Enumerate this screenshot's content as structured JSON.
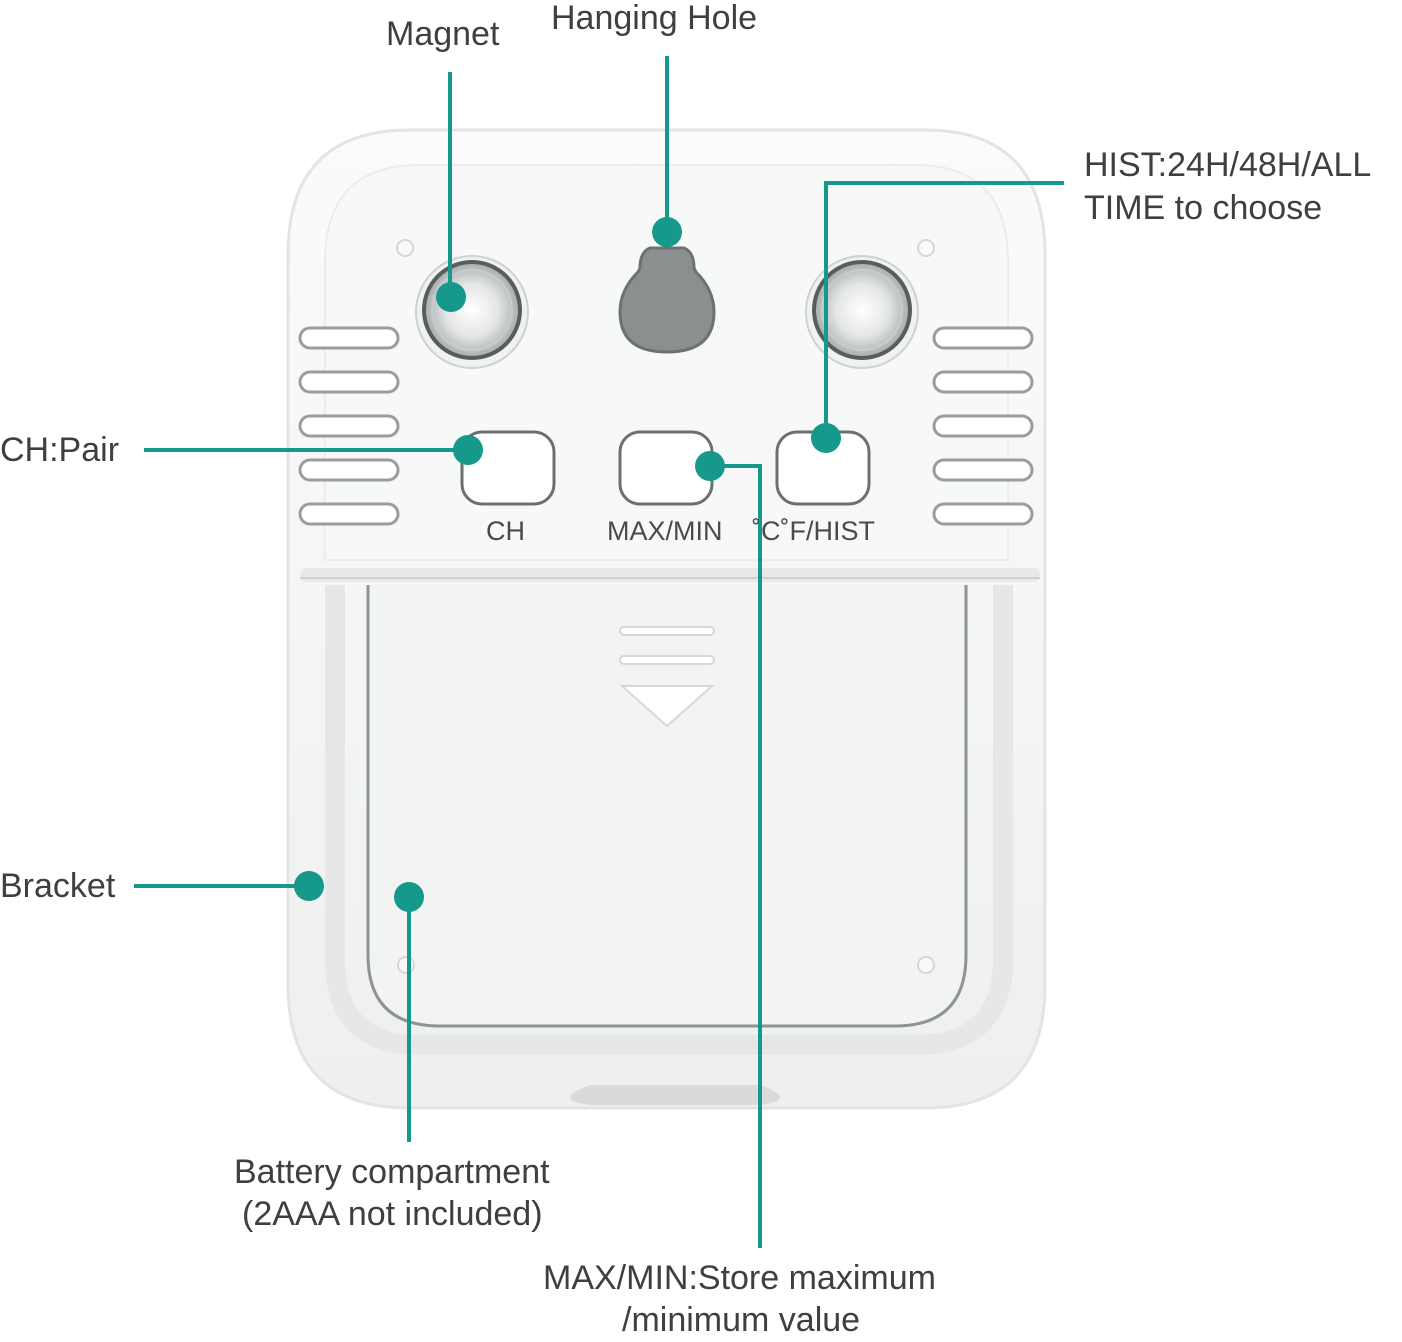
{
  "callouts": {
    "magnet": "Magnet",
    "hanging_hole": "Hanging Hole",
    "hist": [
      "HIST:24H/48H/ALL",
      "TIME to choose"
    ],
    "ch_pair": "CH:Pair",
    "bracket": "Bracket",
    "battery": [
      "Battery compartment",
      "(2AAA not included)"
    ],
    "maxmin": [
      "MAX/MIN:Store maximum",
      "/minimum value"
    ]
  },
  "buttons": {
    "ch": "CH",
    "maxmin": "MAX/MIN",
    "cf_hist": "˚C˚F/HIST"
  },
  "colors": {
    "accent": "#16998a",
    "device_body": "#f4f5f5",
    "text": "#3f3f3f"
  }
}
